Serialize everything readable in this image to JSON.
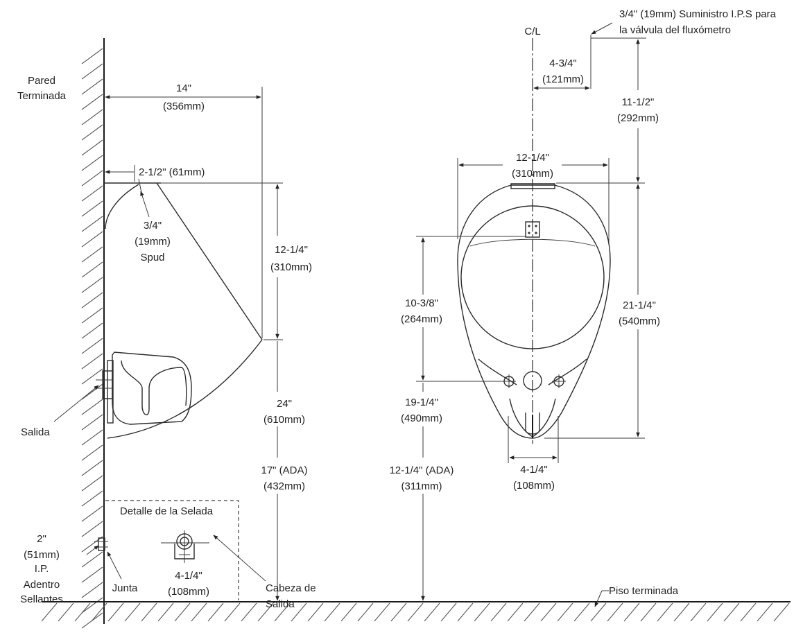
{
  "labels": {
    "wall": [
      "Pared",
      "Terminada"
    ],
    "floor": "Piso terminada",
    "centerline": "C/L",
    "supply": [
      "3/4\" (19mm) Suministro I.P.S para",
      "la válvula del fluxómetro"
    ],
    "dim_14": [
      "14\"",
      "(356mm)"
    ],
    "dim_2_5": "2-1/2\" (61mm)",
    "spud": [
      "3/4\"",
      "(19mm)",
      "Spud"
    ],
    "dim_12_25_side": [
      "12-1/4\"",
      "(310mm)"
    ],
    "dim_24": [
      "24\"",
      "(610mm)"
    ],
    "dim_17": [
      "17\" (ADA)",
      "(432mm)"
    ],
    "salida": "Salida",
    "detail_title": "Detalle de la Selada",
    "dim_2in": [
      "2\"",
      "(51mm)",
      "I.P.",
      "Adentro",
      "Sellantes"
    ],
    "junta": "Junta",
    "dim_4_25_detail": [
      "4-1/4\"",
      "(108mm)"
    ],
    "cabeza": [
      "Cabeza de",
      "Salida"
    ],
    "dim_4_75": [
      "4-3/4\"",
      "(121mm)"
    ],
    "dim_11_5": [
      "11-1/2\"",
      "(292mm)"
    ],
    "dim_12_25_front": [
      "12-1/4\"",
      "(310mm)"
    ],
    "dim_10_375": [
      "10-3/8\"",
      "(264mm)"
    ],
    "dim_21_25": [
      "21-1/4\"",
      "(540mm)"
    ],
    "dim_19_25": [
      "19-1/4\"",
      "(490mm)"
    ],
    "dim_12_25_ada": [
      "12-1/4\" (ADA)",
      "(311mm)"
    ],
    "dim_4_25_front": [
      "4-1/4\"",
      "(108mm)"
    ]
  }
}
